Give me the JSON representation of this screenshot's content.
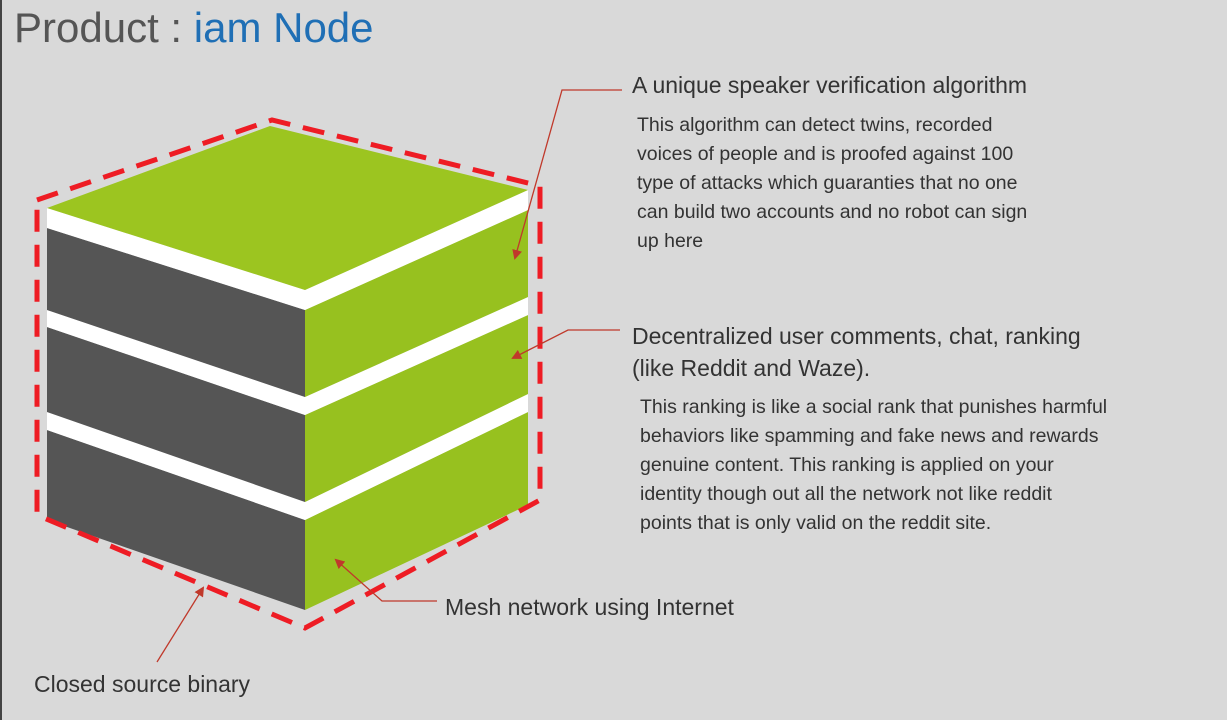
{
  "title": {
    "prefix": "Product : ",
    "brand": "iam Node"
  },
  "colors": {
    "background": "#d9d9d9",
    "brand": "#1f6fb5",
    "cube_green": "#97c11f",
    "cube_top_green": "#9cc520",
    "cube_dark": "#555555",
    "dashed_outline": "#ee1c24",
    "annotation_line": "#c0392b"
  },
  "annotations": {
    "speaker": {
      "heading": "A unique speaker verification algorithm",
      "body": [
        "This algorithm can detect twins, recorded",
        "voices of people and is proofed against 100",
        "type of attacks which guaranties that no one",
        "can build two accounts and no robot can sign",
        "up here"
      ]
    },
    "comments": {
      "heading": [
        "Decentralized user comments, chat, ranking",
        "(like Reddit and Waze)."
      ],
      "body": [
        "This ranking is like a social rank that punishes harmful",
        "behaviors like spamming and fake news and rewards",
        "genuine content. This ranking is applied on your",
        "identity though out all the network not like reddit",
        "points that is only valid on the reddit site."
      ]
    },
    "mesh": {
      "label": "Mesh network using Internet"
    },
    "closed": {
      "label": "Closed source binary"
    }
  }
}
